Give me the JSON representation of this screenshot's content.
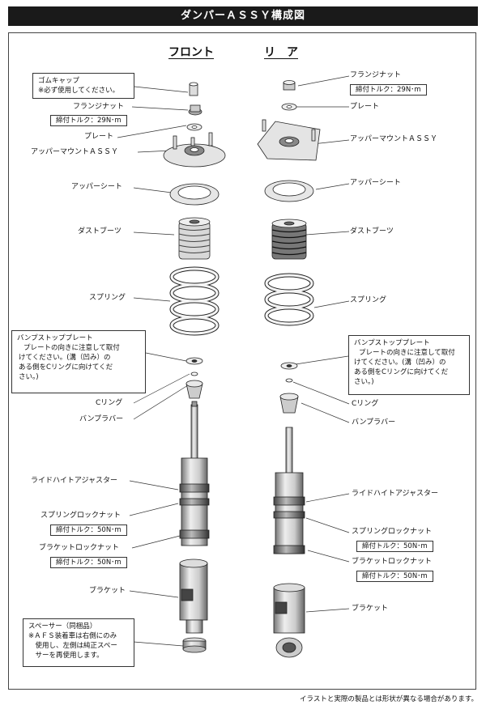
{
  "header": {
    "title": "ダンパーＡＳＳＹ構成図"
  },
  "columns": {
    "front": "フロント",
    "rear": "リ　ア"
  },
  "front": {
    "rubber_cap_title": "ゴムキャップ",
    "rubber_cap_note": "※必ず使用してください。",
    "flange_nut": "フランジナット",
    "flange_nut_torque": "締付トルク：29N･m",
    "plate": "プレート",
    "upper_mount": "アッパーマウントＡＳＳＹ",
    "upper_seat": "アッパーシート",
    "dust_boots": "ダストブーツ",
    "spring": "スプリング",
    "bump_stop_title": "バンプストッププレート",
    "bump_stop_lines": [
      "プレートの向きに注意して取付",
      "けてください。(溝（凹み）の",
      "ある側をCリングに向けてくだ",
      "さい。)"
    ],
    "c_ring": "Cリング",
    "bump_rubber": "バンプラバー",
    "ride_height": "ライドハイトアジャスター",
    "spring_lock_nut": "スプリングロックナット",
    "spring_lock_torque": "締付トルク：50N･m",
    "bracket_lock_nut": "ブラケットロックナット",
    "bracket_lock_torque": "締付トルク：50N･m",
    "bracket": "ブラケット",
    "spacer_title": "スペーサー（同梱品）",
    "spacer_lines": [
      "※ＡＦＳ装着車は右側にのみ",
      "　使用し、左側は純正スペー",
      "　サーを再使用します。"
    ]
  },
  "rear": {
    "flange_nut": "フランジナット",
    "flange_nut_torque": "締付トルク：29N･m",
    "plate": "プレート",
    "upper_mount": "アッパーマウントＡＳＳＹ",
    "upper_seat": "アッパーシート",
    "dust_boots": "ダストブーツ",
    "spring": "スプリング",
    "bump_stop_title": "バンプストッププレート",
    "bump_stop_lines": [
      "プレートの向きに注意して取付",
      "けてください。(溝（凹み）の",
      "ある側をCリングに向けてくだ",
      "さい。)"
    ],
    "c_ring": "Cリング",
    "bump_rubber": "バンプラバー",
    "ride_height": "ライドハイトアジャスター",
    "spring_lock_nut": "スプリングロックナット",
    "spring_lock_torque": "締付トルク：50N･m",
    "bracket_lock_nut": "ブラケットロックナット",
    "bracket_lock_torque": "締付トルク：50N･m",
    "bracket": "ブラケット"
  },
  "footnote": "イラストと実際の製品とは形状が異なる場合があります。",
  "colors": {
    "header_bg": "#1a1a1a",
    "line": "#333333",
    "part_fill": "#e6e6e6",
    "part_dark": "#555555"
  }
}
